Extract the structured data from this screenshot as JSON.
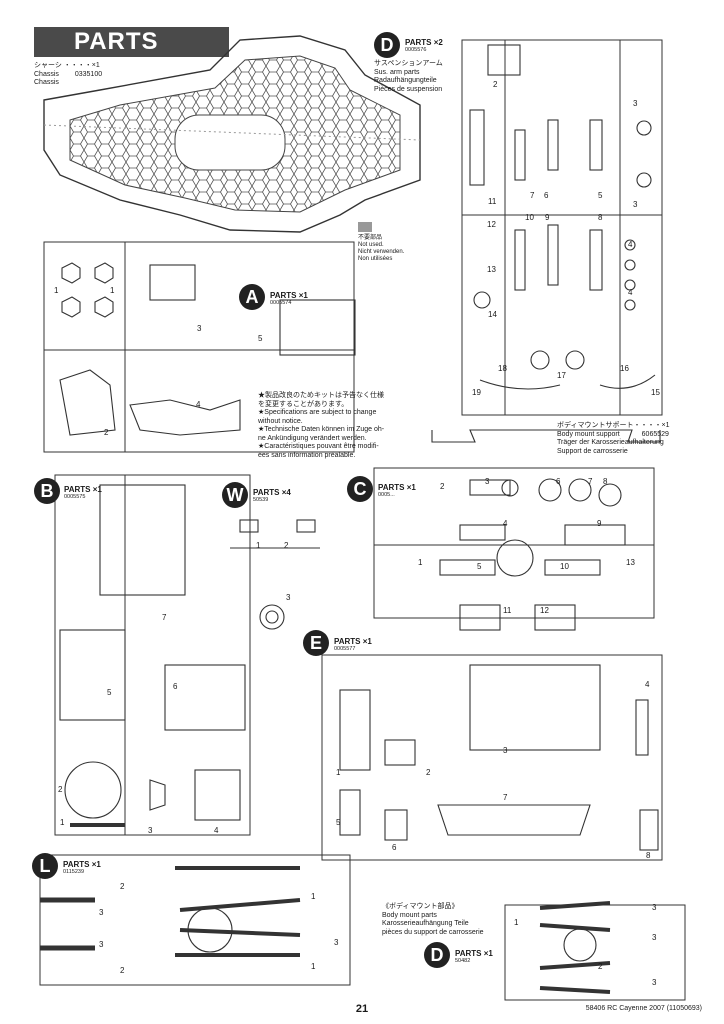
{
  "page": {
    "title": "PARTS",
    "page_number": "21",
    "footer_code": "58406 RC Cayenne 2007 (11050693)"
  },
  "chassis": {
    "label_jp": "シャーシ ・・・・×1",
    "label_en": "Chassis",
    "label_de": "Chassis",
    "code": "0335100"
  },
  "not_used": {
    "jp": "不要部品",
    "en": "Not used.",
    "de": "Nicht verwenden.",
    "fr": "Non utilisées"
  },
  "note": {
    "jp1": "★製品改良のためキットは予告なく仕様",
    "jp2": "を変更することがあります。",
    "en1": "★Specifications are subject to change",
    "en2": "without notice.",
    "de1": "★Technische Daten können im Zuge oh-",
    "de2": "ne Ankündigung verändert werden.",
    "fr1": "★Caractéristiques pouvant être modifi-",
    "fr2": "ées sans information préalable."
  },
  "parts_a": {
    "letter": "A",
    "title": "PARTS ×1",
    "code": "0005574"
  },
  "parts_b": {
    "letter": "B",
    "title": "PARTS ×1",
    "code": "0005575"
  },
  "parts_c": {
    "letter": "C",
    "title": "PARTS ×1",
    "code": "0005..."
  },
  "parts_d": {
    "letter": "D",
    "title": "PARTS ×2",
    "code": "0005576",
    "jp": "サスペンションアーム",
    "en": "Sus. arm parts",
    "de": "Radaufhängungteile",
    "fr": "Pièces de suspension"
  },
  "parts_e": {
    "letter": "E",
    "title": "PARTS ×1",
    "code": "0005577"
  },
  "parts_l": {
    "letter": "L",
    "title": "PARTS ×1",
    "code": "0115239"
  },
  "parts_w": {
    "letter": "W",
    "title": "PARTS ×4",
    "code": "50539"
  },
  "parts_d2": {
    "letter": "D",
    "title": "PARTS ×1",
    "code": "50482",
    "jp": "《ボディマウント部品》",
    "en": "Body mount parts",
    "de": "Karosserieaufhängung Teile",
    "fr": "pièces du support de carrosserie"
  },
  "body_mount_support": {
    "jp": "ボディマウントサポート・・・・×1",
    "en": "Body mount support",
    "code": "6065529",
    "de": "Träger der Karosserieaufhalterung",
    "fr": "Support de carrosserie"
  },
  "labels": {
    "a": [
      "1",
      "1",
      "3",
      "5",
      "2",
      "4"
    ],
    "b": [
      "7",
      "5",
      "6",
      "2",
      "1",
      "3",
      "4"
    ],
    "c": [
      "2",
      "3",
      "6",
      "7",
      "8",
      "4",
      "9",
      "1",
      "5",
      "10",
      "13",
      "11",
      "12"
    ],
    "d": [
      "2",
      "3",
      "11",
      "7",
      "6",
      "5",
      "3",
      "10",
      "9",
      "8",
      "12",
      "4",
      "13",
      "4",
      "14",
      "18",
      "17",
      "16",
      "19",
      "15"
    ],
    "e": [
      "1",
      "2",
      "3",
      "7",
      "5",
      "6",
      "4",
      "8"
    ],
    "w": [
      "1",
      "2",
      "3"
    ],
    "l": [
      "2",
      "1",
      "3",
      "3",
      "2",
      "1",
      "3"
    ],
    "d2": [
      "3",
      "1",
      "3",
      "2",
      "3"
    ]
  }
}
